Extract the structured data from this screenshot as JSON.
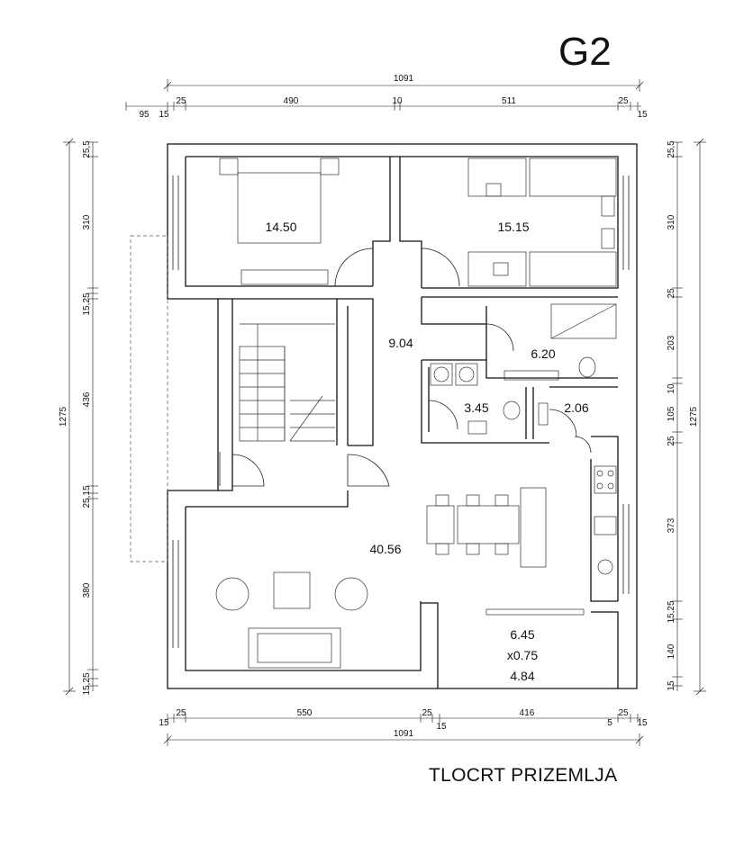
{
  "title": "G2",
  "subtitle": "TLOCRT PRIZEMLJA",
  "rooms": [
    {
      "name": "bedroom-1",
      "area": "14.50"
    },
    {
      "name": "bedroom-2",
      "area": "15.15"
    },
    {
      "name": "hallway",
      "area": "9.04"
    },
    {
      "name": "bathroom",
      "area": "6.20"
    },
    {
      "name": "laundry",
      "area": "3.45"
    },
    {
      "name": "wc",
      "area": "2.06"
    },
    {
      "name": "living-dining",
      "area": "40.56"
    }
  ],
  "terrace": {
    "area": "6.45",
    "factor": "x0.75",
    "net": "4.84"
  },
  "dimensions": {
    "top_total": "1091",
    "top": [
      "95",
      "15",
      "25",
      "490",
      "10",
      "511",
      "25",
      "15"
    ],
    "bottom_total": "1091",
    "bottom": [
      "15",
      "25",
      "550",
      "25",
      "15",
      "416",
      "25",
      "5",
      "15"
    ],
    "left_total": "1275",
    "left": [
      "25,5",
      "310",
      "15,25",
      "436",
      "25,15",
      "380",
      "15,25"
    ],
    "right_total": "1275",
    "right": [
      "25,5",
      "310",
      "25",
      "203",
      "10",
      "105",
      "25",
      "373",
      "15,25",
      "140",
      "15"
    ]
  }
}
